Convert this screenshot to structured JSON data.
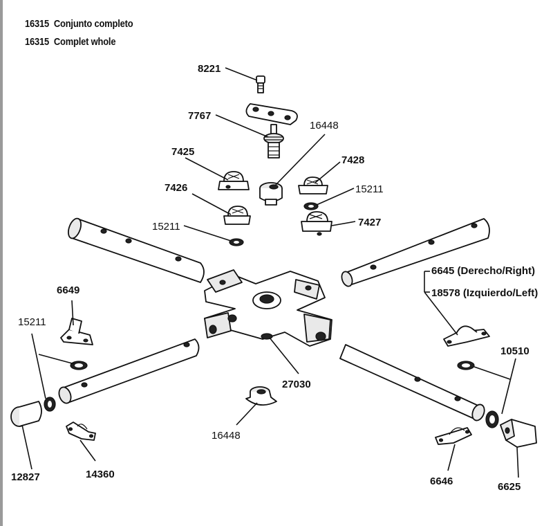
{
  "title": {
    "line1_code": "16315",
    "line1_text": "Conjunto completo",
    "line2_code": "16315",
    "line2_text": "Complet whole"
  },
  "labels": {
    "l8221": "8221",
    "l7767": "7767",
    "l16448_top": "16448",
    "l7425": "7425",
    "l7428": "7428",
    "l7426": "7426",
    "l15211_right": "15211",
    "l15211_mid": "15211",
    "l7427": "7427",
    "l6645": "6645 (Derecho/Right)",
    "l18578": "18578 (Izquierdo/Left)",
    "l6649": "6649",
    "l15211_left": "15211",
    "l10510": "10510",
    "l27030": "27030",
    "l16448_bottom": "16448",
    "l12827": "12827",
    "l14360": "14360",
    "l6646": "6646",
    "l6625": "6625"
  }
}
